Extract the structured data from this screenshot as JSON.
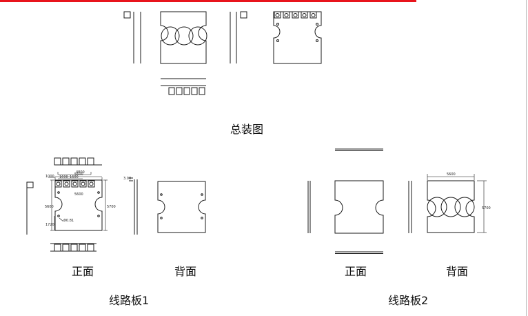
{
  "colors": {
    "accent_line": "#e8141c",
    "stroke": "#1a1a1a",
    "frame": "#bbbbbb",
    "background": "#ffffff"
  },
  "captions": {
    "assembly": "总装图",
    "board1_front": "正面",
    "board1_back": "背面",
    "board1_title": "线路板1",
    "board2_front": "正面",
    "board2_back": "背面",
    "board2_title": "线路板2"
  },
  "dimensions": {
    "b1_top_width": "5600",
    "b1_inner_width": "4800",
    "b1_pitch_a": "1600",
    "b1_pitch_b": "1600",
    "b1_left_height": "5600",
    "b1_right_height": "5700",
    "b1_bottom_offset": "1720",
    "b1_hole": "Φ0.81",
    "b1_pin_height": "1000",
    "b1_side_height": "3.00",
    "b2_width": "5600",
    "b2_height": "5700"
  }
}
